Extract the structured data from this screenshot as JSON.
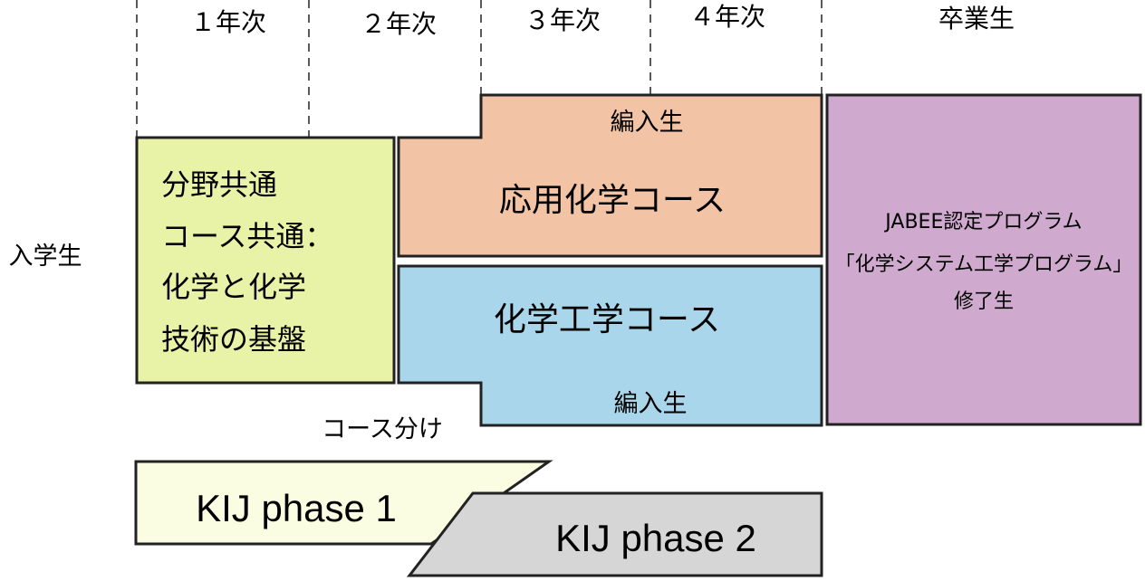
{
  "years": [
    "１年次",
    "２年次",
    "３年次",
    "４年次",
    "卒業生"
  ],
  "entrance_label": "入学生",
  "common_block": {
    "lines": [
      "分野共通",
      "コース共通：",
      "化学と化学",
      "技術の基盤"
    ]
  },
  "applied_course": {
    "transfer_label": "編入生",
    "title": "応用化学コース"
  },
  "engineering_course": {
    "title": "化学工学コース",
    "transfer_label": "編入生"
  },
  "course_split_label": "コース分け",
  "graduate_block": {
    "lines": [
      "JABEE認定プログラム",
      "「化学システム工学プログラム」",
      "修了生"
    ]
  },
  "phases": {
    "phase1": "KIJ phase 1",
    "phase2": "KIJ phase 2"
  },
  "colors": {
    "common": "#e9f3a8",
    "applied": "#f2c3a5",
    "engineering": "#a9d6ea",
    "graduate": "#d0a9cf",
    "phase1": "#fbfde3",
    "phase2": "#d6d6d6"
  }
}
